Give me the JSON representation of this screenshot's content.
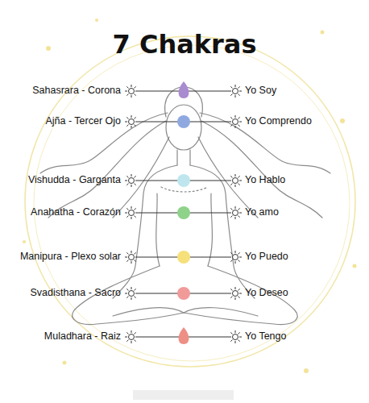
{
  "diagram": {
    "title": "7 Chakras",
    "labels": [
      "Sahasrara - Corona",
      "Yo Soy",
      "Ajña - Tercer Ojo",
      "Yo Comprendo",
      "Vishudda - Garganta",
      "Yo Hablo",
      "Anahatha - Corazón",
      "Yo amo",
      "Manipura - Plexo solar",
      "Yo Puedo",
      "Svadisthana - Sacro",
      "Yo Deseo",
      "Muladhara - Raiz",
      "Yo Tengo"
    ]
  }
}
